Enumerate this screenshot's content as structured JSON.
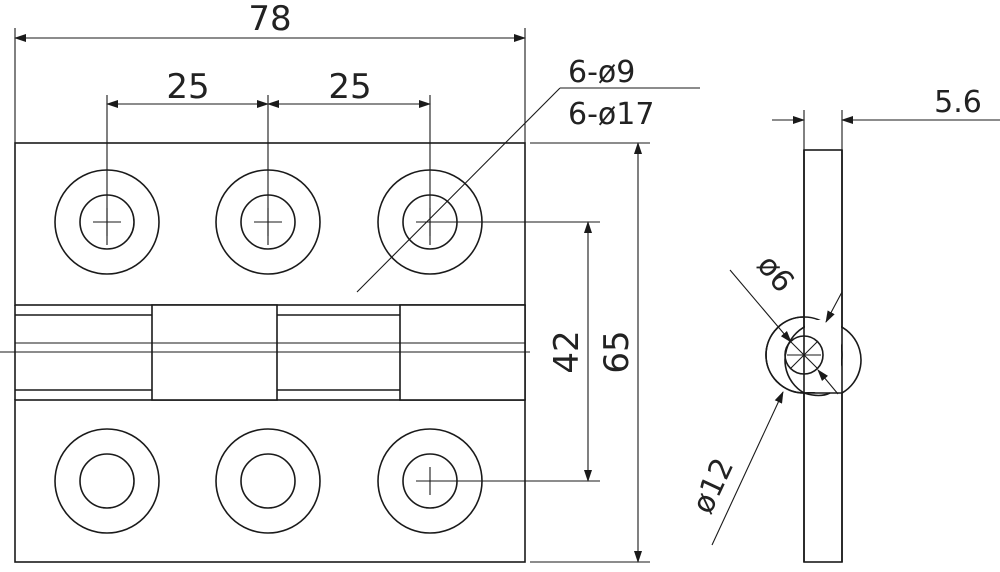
{
  "diagram": {
    "front_view": {
      "overall_width": "78",
      "hole_spacing_left": "25",
      "hole_spacing_right": "25",
      "hole_callout_line1": "6-ø9",
      "hole_callout_line2": "6-ø17",
      "hole_row_spacing": "42",
      "overall_height": "65"
    },
    "side_view": {
      "thickness": "5.6",
      "pin_diameter": "ø6",
      "knuckle_diameter": "ø12"
    }
  }
}
